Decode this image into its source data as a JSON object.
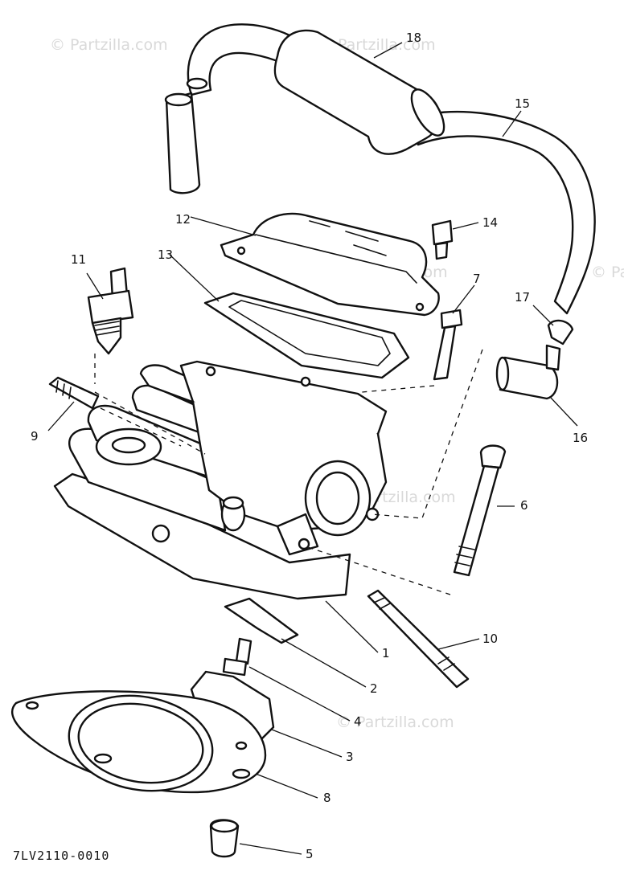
{
  "watermark": "© Partzilla.com",
  "diagram_code": "7LV2110-0010",
  "callouts": {
    "c1": "1",
    "c2": "2",
    "c3": "3",
    "c4": "4",
    "c5": "5",
    "c6": "6",
    "c7": "7",
    "c8": "8",
    "c9": "9",
    "c10": "10",
    "c11": "11",
    "c12": "12",
    "c13": "13",
    "c14": "14",
    "c15": "15",
    "c16": "16",
    "c17": "17",
    "c18": "18"
  },
  "colors": {
    "ink": "#111111",
    "watermark": "#d9d9d9",
    "paper": "#ffffff"
  }
}
